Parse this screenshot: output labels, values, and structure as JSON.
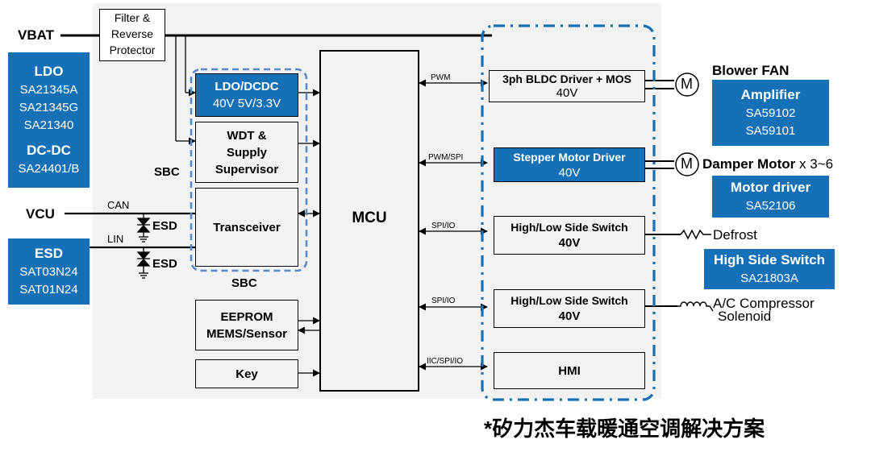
{
  "colors": {
    "blue": "#1570b6",
    "panel": "#f2f2f2",
    "dash": "#1570b6",
    "sbc_dash": "#5b88c9"
  },
  "inputs": {
    "vbat": "VBAT",
    "vcu": "VCU",
    "can": "CAN",
    "lin": "LIN",
    "esd": "ESD"
  },
  "filter": {
    "lines": [
      "Filter &",
      "Reverse",
      "Protector"
    ]
  },
  "ldo_card": {
    "title": "LDO",
    "items": [
      "SA21345A",
      "SA21345G",
      "SA21340"
    ],
    "title2": "DC-DC",
    "items2": [
      "SA24401/B"
    ]
  },
  "esd_card": {
    "title": "ESD",
    "items": [
      "SAT03N24",
      "SAT01N24"
    ]
  },
  "sbc": {
    "label_left": "SBC",
    "label_bottom": "SBC",
    "ldo_dcdc": {
      "line1": "LDO/DCDC",
      "line2": "40V 5V/3.3V"
    },
    "wdt": {
      "lines": [
        "WDT &",
        "Supply",
        "Supervisor"
      ]
    },
    "transceiver": "Transceiver"
  },
  "eeprom": {
    "lines": [
      "EEPROM",
      "MEMS/Sensor"
    ]
  },
  "key": "Key",
  "mcu": "MCU",
  "buses": {
    "b1": "PWM",
    "b2": "PWM/SPI",
    "b3": "SPI/IO",
    "b4": "SPI/IO",
    "b5": "IIC/SPI/IO"
  },
  "drivers": {
    "bldc": {
      "line1": "3ph BLDC Driver + MOS",
      "line2": "40V"
    },
    "stepper": {
      "line1": "Stepper Motor Driver",
      "line2": "40V"
    },
    "hls1": {
      "line1": "High/Low Side Switch",
      "line2": "40V"
    },
    "hls2": {
      "line1": "High/Low Side Switch",
      "line2": "40V"
    },
    "hmi": "HMI"
  },
  "motor_symbol": "M",
  "loads": {
    "blower": "Blower FAN",
    "damper": "Damper Motor",
    "damper_qty": "x 3~6",
    "defrost": "Defrost",
    "compressor_line1": "A/C Compressor",
    "compressor_line2": "Solenoid"
  },
  "right_cards": {
    "amplifier": {
      "title": "Amplifier",
      "items": [
        "SA59102",
        "SA59101"
      ]
    },
    "motor_driver": {
      "title": "Motor driver",
      "items": [
        "SA52106"
      ]
    },
    "high_side": {
      "title": "High Side Switch",
      "items": [
        "SA21803A"
      ]
    }
  },
  "footer": "*矽力杰车载暖通空调解决方案"
}
